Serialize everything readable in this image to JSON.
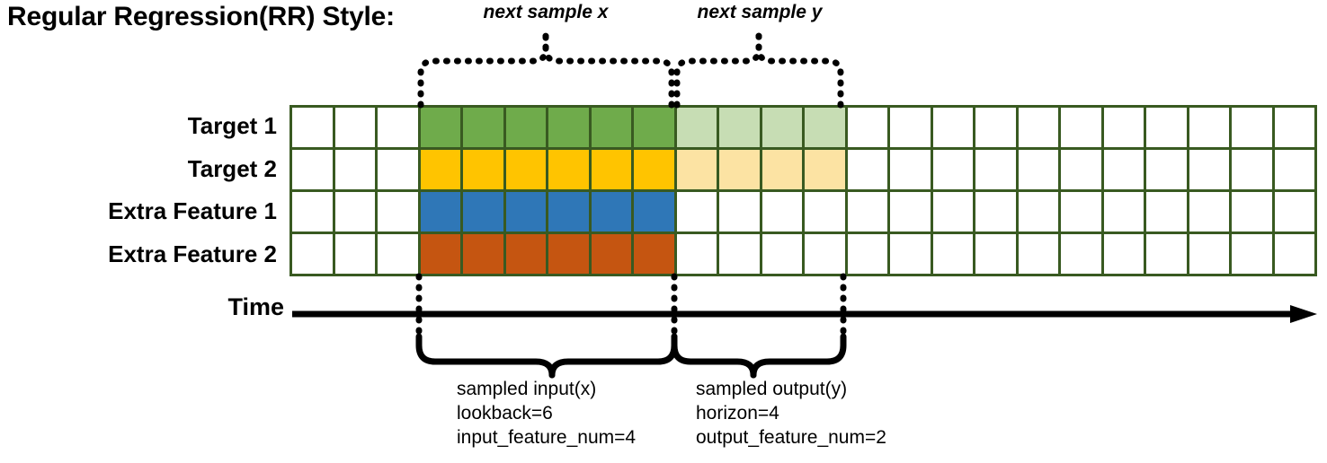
{
  "title": "Regular Regression(RR) Style:",
  "grid": {
    "columns": 24,
    "rows": [
      {
        "label": "Target 1",
        "color_key": "green",
        "light_color_key": "green_light"
      },
      {
        "label": "Target 2",
        "color_key": "gold",
        "light_color_key": "gold_light"
      },
      {
        "label": "Extra Feature 1",
        "color_key": "blue",
        "light_color_key": null
      },
      {
        "label": "Extra Feature 2",
        "color_key": "orange",
        "light_color_key": null
      }
    ],
    "input_start_col": 3,
    "input_end_col": 9,
    "output_start_col": 9,
    "output_end_col": 13,
    "border_color": "#395A21"
  },
  "colors": {
    "green": "#6FAB4B",
    "green_light": "#C7DDB4",
    "gold": "#FFC400",
    "gold_light": "#FCE3A3",
    "blue": "#2F77B7",
    "orange": "#C55511",
    "white": "#FFFFFF",
    "axis": "#000000"
  },
  "axis": {
    "label": "Time"
  },
  "annotations": {
    "top": [
      {
        "text": "next sample x"
      },
      {
        "text": "next sample y"
      }
    ],
    "bottom": [
      {
        "line1": "sampled input(x)",
        "line2": "lookback=6",
        "line3": "input_feature_num=4"
      },
      {
        "line1": "sampled output(y)",
        "line2": "horizon=4",
        "line3": "output_feature_num=2"
      }
    ]
  }
}
